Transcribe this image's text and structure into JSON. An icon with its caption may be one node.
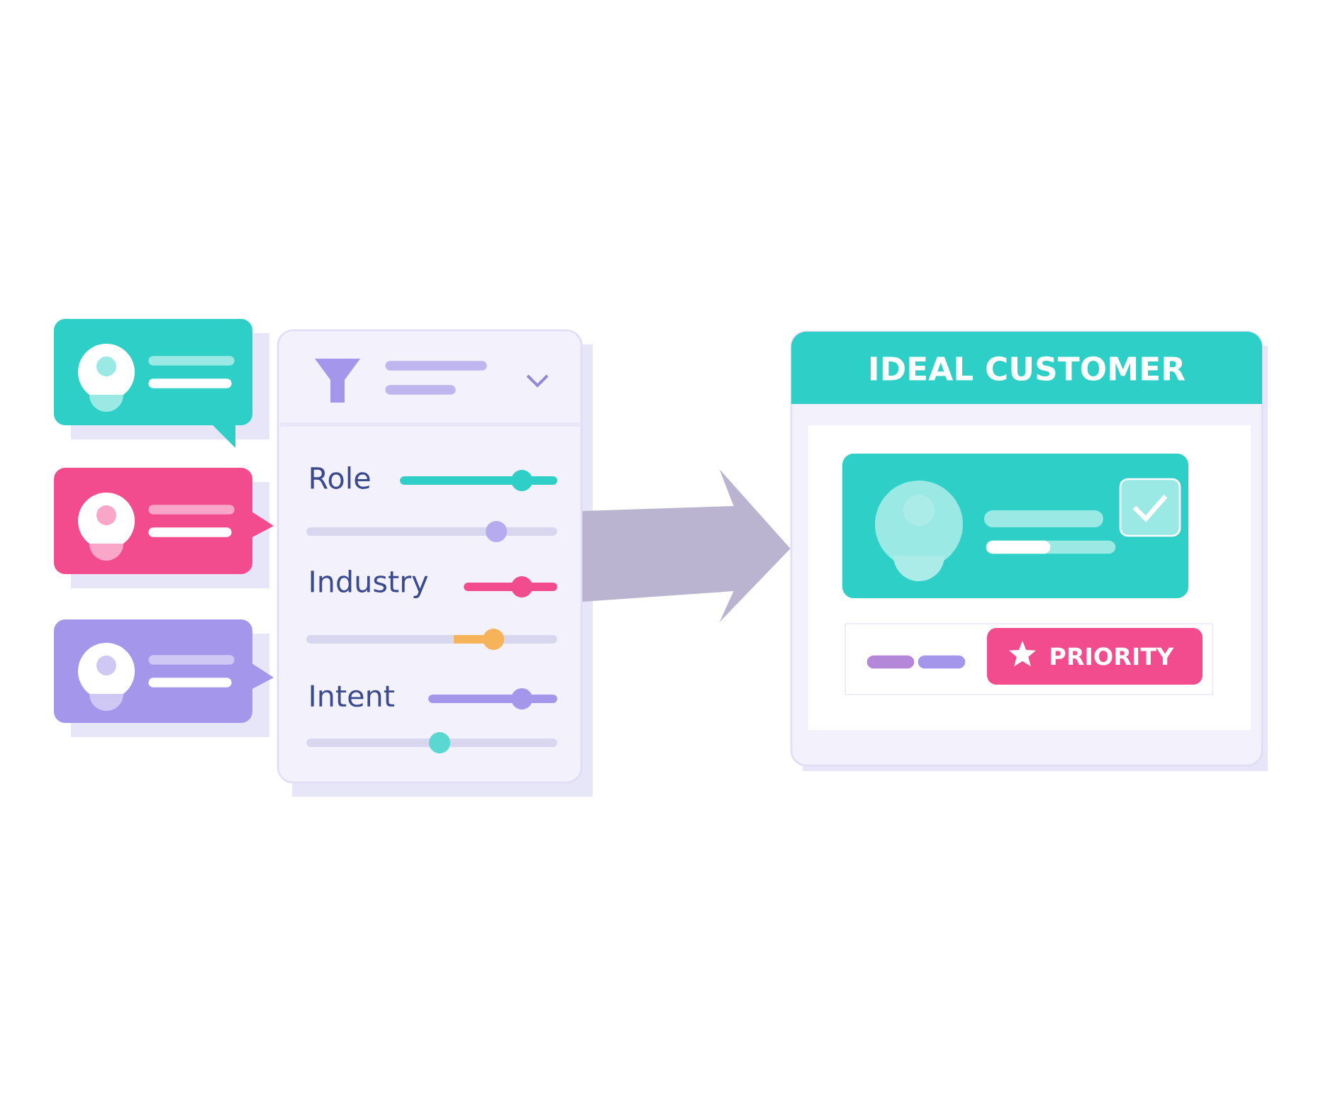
{
  "diagram": {
    "nodes": [
      {
        "text": [],
        "shape": "box"
      },
      {
        "text": [],
        "shape": "box"
      },
      {
        "text": [],
        "shape": "box"
      },
      {
        "text": [
          "Role",
          "Industry",
          "Intent"
        ]
      },
      {
        "text": [
          "IDEAL CUSTOMER"
        ]
      },
      {
        "text": [],
        "shape": "box",
        "in": 4
      },
      {
        "text": [
          "PRIORITY"
        ],
        "in": 4
      }
    ],
    "edges": [
      {
        "from": 3,
        "to": 4,
        "arrow": "to"
      }
    ]
  }
}
